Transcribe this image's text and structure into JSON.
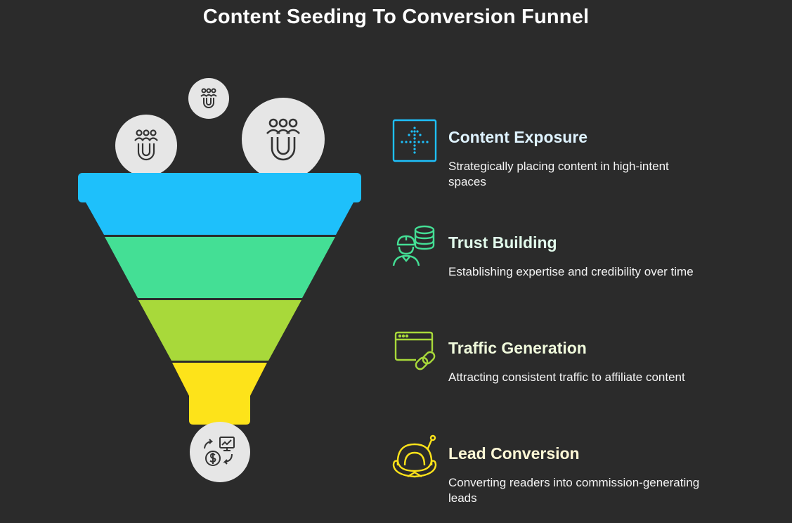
{
  "title": "Content Seeding To Conversion Funnel",
  "colors": {
    "background": "#2b2b2b",
    "stage1": "#1ec0fb",
    "stage2": "#44df95",
    "stage3": "#a8d93a",
    "stage4": "#fde31a",
    "circle": "#e6e6e6",
    "icon_stroke": "#333333"
  },
  "funnel": {
    "top_icons": [
      "audience-magnet-icon",
      "audience-magnet-icon",
      "audience-magnet-icon"
    ],
    "bottom_icon": "money-exchange-icon"
  },
  "stages": [
    {
      "heading": "Content Exposure",
      "description": "Strategically placing content in high-intent spaces",
      "icon": "dotted-arrow-icon",
      "color": "#1ec0fb",
      "heading_color": "#dff3ff"
    },
    {
      "heading": "Trust Building",
      "description": "Establishing expertise and credibility over time",
      "icon": "worker-database-icon",
      "color": "#44df95",
      "heading_color": "#e2fbec"
    },
    {
      "heading": "Traffic Generation",
      "description": "Attracting consistent traffic to affiliate content",
      "icon": "browser-link-icon",
      "color": "#a8d93a",
      "heading_color": "#f0fadc"
    },
    {
      "heading": "Lead Conversion",
      "description": "Converting readers into commission-generating leads",
      "icon": "helmet-lightbulb-icon",
      "color": "#fde31a",
      "heading_color": "#fff8d6"
    }
  ]
}
